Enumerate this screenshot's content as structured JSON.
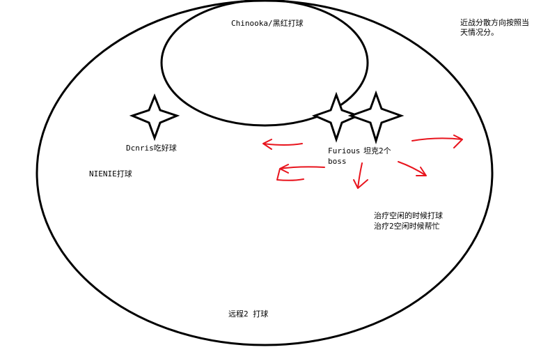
{
  "labels": {
    "chinooka": "Chinooka/黑红打球",
    "note_line1": "近战分散方向按照当",
    "note_line2": "天情况分。",
    "dcnris": "Dcnris吃好球",
    "nienie": "NIENIE打球",
    "furious_line1": "Furious",
    "furious_line2": "boss",
    "tanks": "坦克2个",
    "healer_line1": "治疗空闲的时候打球",
    "healer_line2": "治疗2空闲时候帮忙",
    "ranged": "远程2 打球"
  },
  "colors": {
    "outline": "#000000",
    "arrow": "#e8141d",
    "background": "#ffffff"
  }
}
